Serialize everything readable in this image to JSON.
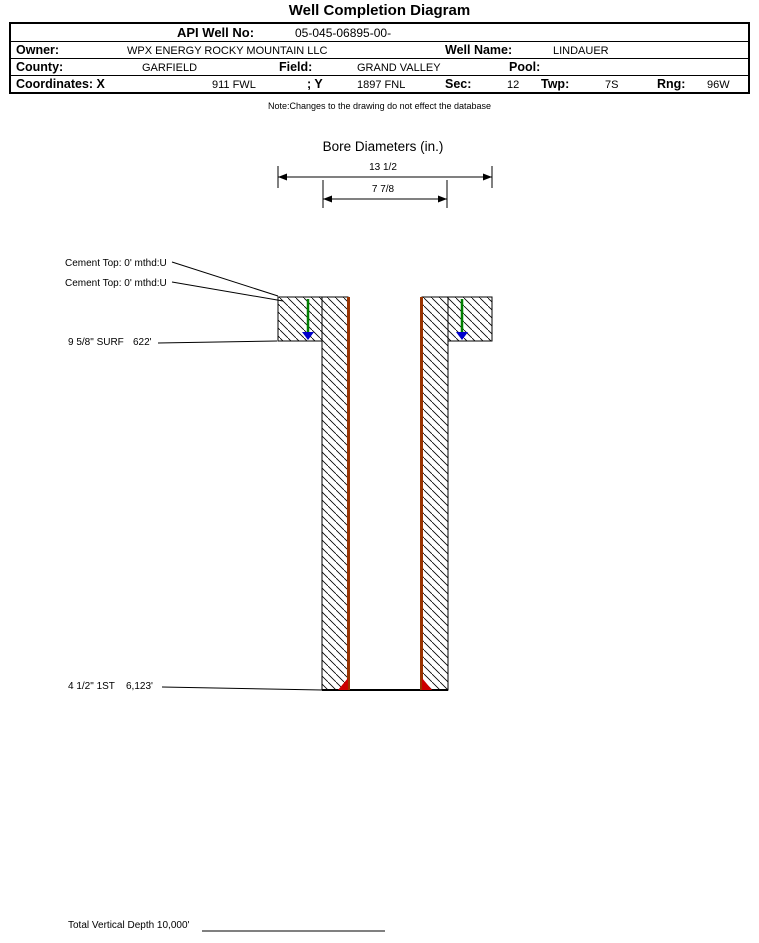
{
  "header": {
    "title": "Well Completion Diagram"
  },
  "table": {
    "api": {
      "label": "API Well No:",
      "value": "05-045-06895-00-"
    },
    "owner": {
      "label": "Owner:",
      "value": "WPX ENERGY ROCKY MOUNTAIN LLC"
    },
    "well_name": {
      "label": "Well Name:",
      "value": "LINDAUER"
    },
    "county": {
      "label": "County:",
      "value": "GARFIELD"
    },
    "field": {
      "label": "Field:",
      "value": "GRAND VALLEY"
    },
    "pool": {
      "label": "Pool:",
      "value": ""
    },
    "coordinates": {
      "label": "Coordinates: X",
      "x_value": "911 FWL",
      "y_label": "; Y",
      "y_value": "1897 FNL"
    },
    "sec": {
      "label": "Sec:",
      "value": "12"
    },
    "twp": {
      "label": "Twp:",
      "value": "7S"
    },
    "rng": {
      "label": "Rng:",
      "value": "96W"
    },
    "note": "Note:Changes to the drawing do not effect the database"
  },
  "diagram": {
    "title": "Bore Diameters (in.)",
    "outer_diameter": "13 1/2",
    "inner_diameter": "7 7/8",
    "cement_top_1": "Cement Top: 0' mthd:U",
    "cement_top_2": "Cement Top: 0' mthd:U",
    "surface_casing": {
      "label": "9 5/8\" SURF",
      "depth": "622'"
    },
    "production_casing": {
      "label": "4 1/2\" 1ST",
      "depth": "6,123'"
    },
    "total_depth": "Total Vertical Depth 10,000'",
    "colors": {
      "casing_string": "#993300",
      "cement": "#008000",
      "casing_shoe": "#0000CC",
      "plug": "#CC0000"
    }
  }
}
